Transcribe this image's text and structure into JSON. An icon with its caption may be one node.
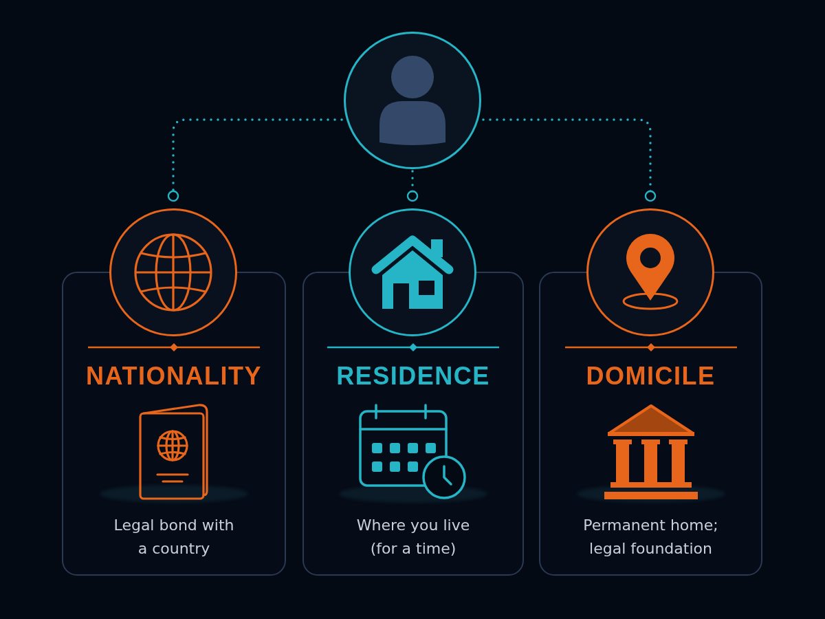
{
  "diagram": {
    "nodes": [
      {
        "text": [],
        "shape": "person"
      },
      {
        "text": [],
        "shape": "circle"
      },
      {
        "text": [
          "NATIONALITY",
          "Legal bond with a country"
        ]
      },
      {
        "text": [],
        "shape": "circle"
      },
      {
        "text": [
          "RESIDENCE",
          "Where you live (for a time)"
        ]
      },
      {
        "text": [],
        "shape": "circle"
      },
      {
        "text": [
          "DOMICILE",
          "Permanent home; legal foundation"
        ]
      }
    ],
    "edges": [
      {
        "from": 0,
        "to": 1,
        "arrow": "other",
        "style": "dashed"
      },
      {
        "from": 0,
        "to": 3,
        "arrow": "other",
        "style": "dashed"
      },
      {
        "from": 0,
        "to": 5,
        "arrow": "other",
        "style": "dashed"
      }
    ]
  }
}
